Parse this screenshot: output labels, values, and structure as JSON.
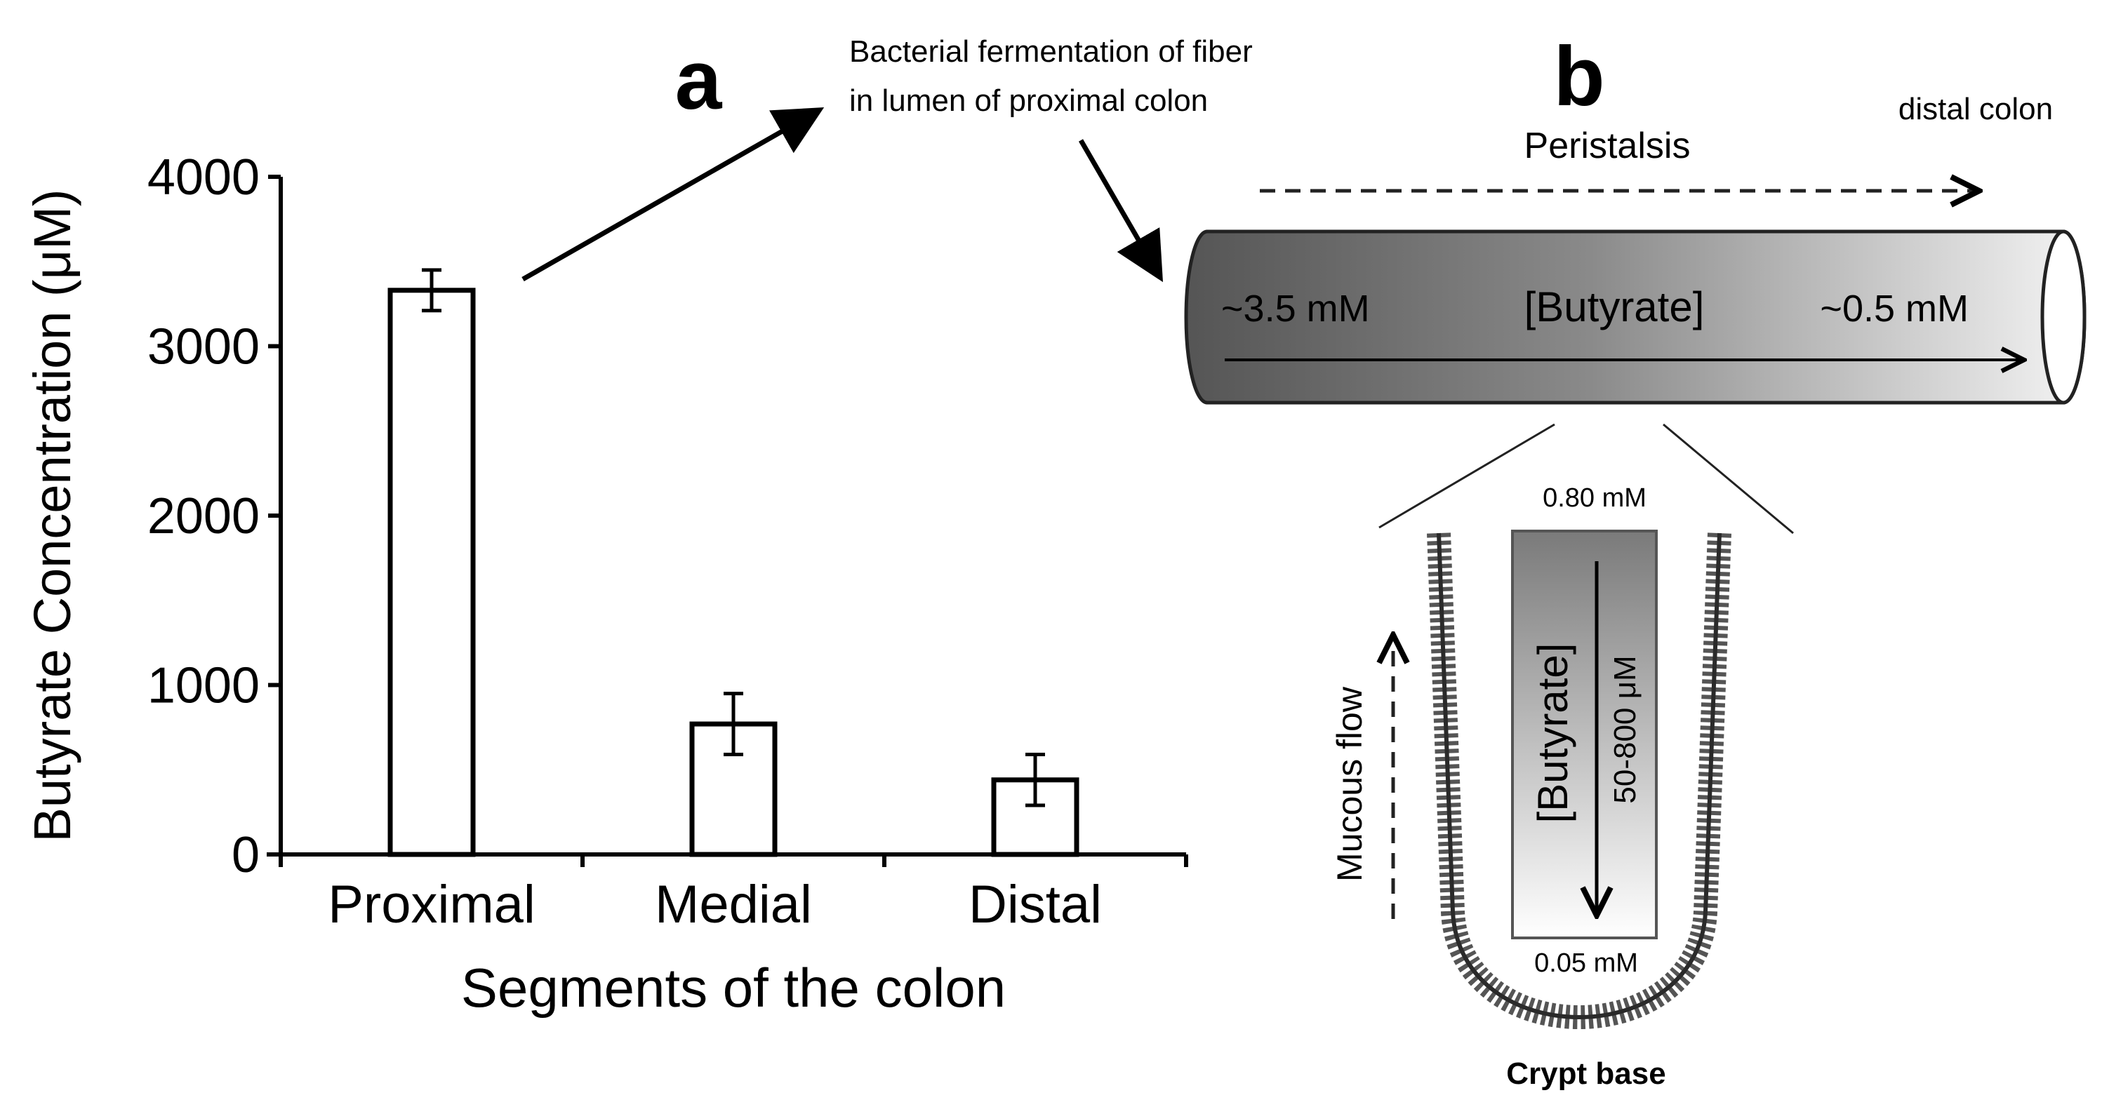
{
  "panel_a": {
    "label": "a",
    "chart_data": {
      "type": "bar",
      "title": "",
      "xlabel": "Segments of the colon",
      "ylabel": "Butyrate Concentration (μM)",
      "categories": [
        "Proximal",
        "Medial",
        "Distal"
      ],
      "values": [
        3330,
        770,
        440
      ],
      "errors": [
        120,
        180,
        150
      ],
      "ylim": [
        0,
        4000
      ],
      "yticks": [
        "0",
        "1000",
        "2000",
        "3000",
        "4000"
      ],
      "grid": false,
      "bar_fill": "#ffffff",
      "bar_stroke": "#000000"
    }
  },
  "annotation": {
    "line1": "Bacterial fermentation of fiber",
    "line2": "in lumen of proximal colon"
  },
  "panel_b": {
    "label": "b",
    "distal_colon": "distal colon",
    "peristalsis": "Peristalsis",
    "tube_left": "~3.5 mM",
    "tube_center": "[Butyrate]",
    "tube_right": "~0.5 mM",
    "crypt_top": "0.80 mM",
    "crypt_bottom": "0.05 mM",
    "crypt_butyrate": "[Butyrate]",
    "crypt_range": "50-800 μM",
    "mucous_flow": "Mucous flow",
    "crypt_base": "Crypt base",
    "tube_gradient": [
      "#555555",
      "#8a8a8a",
      "#f4f4f4"
    ]
  }
}
